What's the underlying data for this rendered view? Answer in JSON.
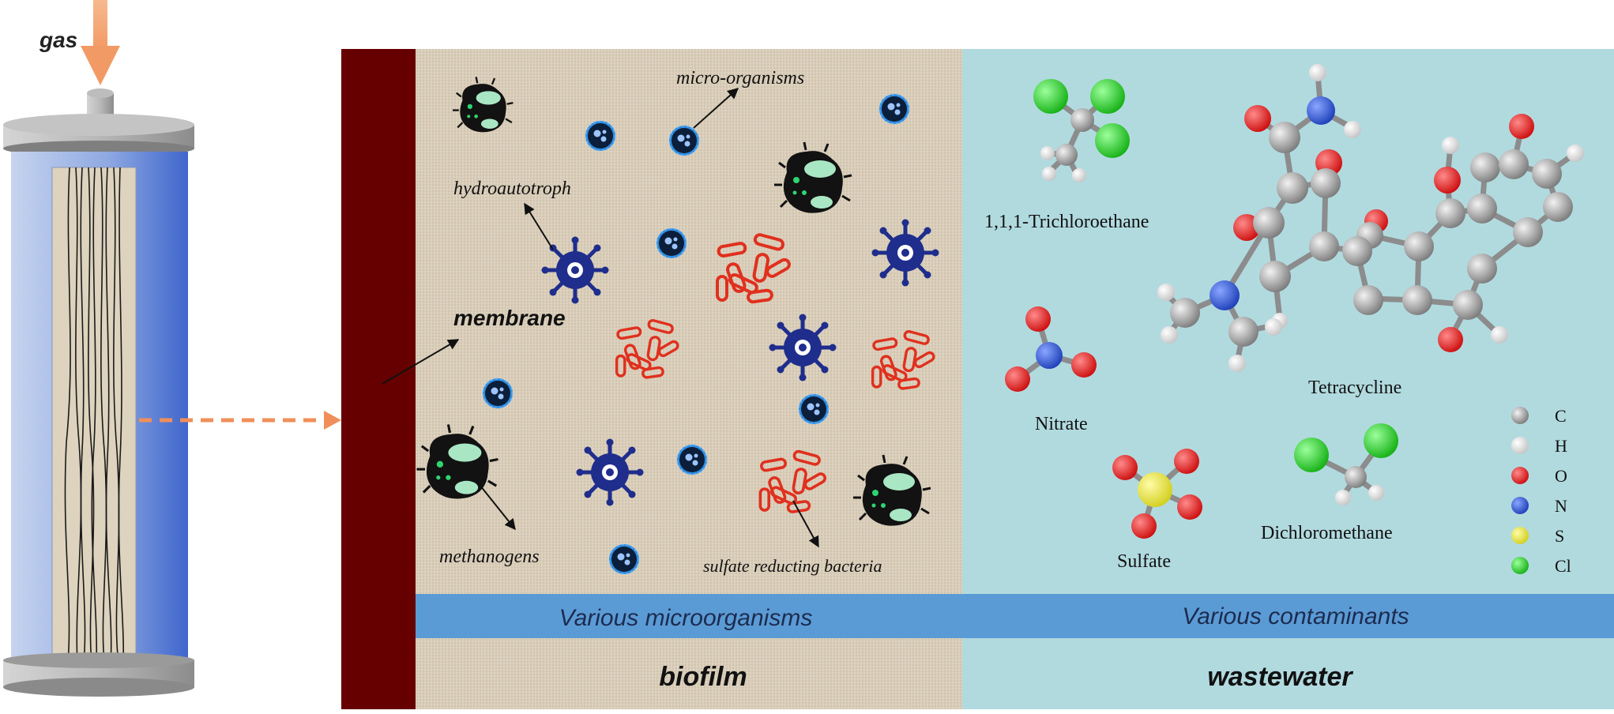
{
  "reactor": {
    "gas_label": "gas"
  },
  "biofilm": {
    "membrane_label": "membrane",
    "organisms": {
      "micro": "micro-organisms",
      "hydro": "hydroautotroph",
      "methanogens": "methanogens",
      "srb": "sulfate reducting bacteria"
    },
    "band_label": "Various microorganisms",
    "section_label": "biofilm"
  },
  "wastewater": {
    "band_label": "Various contaminants",
    "section_label": "wastewater",
    "contaminants": {
      "tca": "1,1,1-Trichloroethane",
      "nitrate": "Nitrate",
      "sulfate": "Sulfate",
      "dcm": "Dichloromethane",
      "tetracycline": "Tetracycline"
    },
    "legend": [
      {
        "symbol": "C",
        "color": "#8a8a8a"
      },
      {
        "symbol": "H",
        "color": "#e8e8e8"
      },
      {
        "symbol": "O",
        "color": "#e01a1a"
      },
      {
        "symbol": "N",
        "color": "#2a4fd0"
      },
      {
        "symbol": "S",
        "color": "#e6e23a"
      },
      {
        "symbol": "Cl",
        "color": "#22c822"
      }
    ]
  },
  "colors": {
    "membrane": "#660000",
    "biofilm_bg": "#d8ccb8",
    "wastewater_bg": "#b1dadf",
    "band": "#5b9bd5",
    "arrow": "#f4a97a",
    "virus": "#1f2d8c",
    "rod": "#e0301e"
  }
}
